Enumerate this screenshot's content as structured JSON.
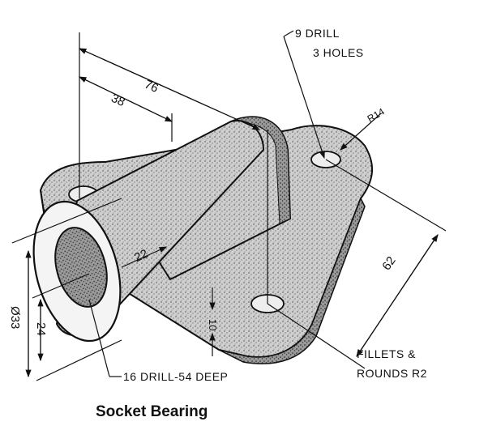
{
  "title": "Socket Bearing",
  "dimensions": {
    "overall_length": "76",
    "boss_length": "38",
    "hole_drill_line1": "9 DRILL",
    "hole_drill_line2": "3 HOLES",
    "corner_radius": "R14",
    "base_width": "62",
    "slot_width": "22",
    "base_thickness": "10",
    "outer_diameter": "Ø33",
    "center_height": "24",
    "bore_note": "16 DRILL-54 DEEP"
  },
  "notes": {
    "fillets_line1": "FILLETS &",
    "fillets_line2": "ROUNDS R2"
  }
}
